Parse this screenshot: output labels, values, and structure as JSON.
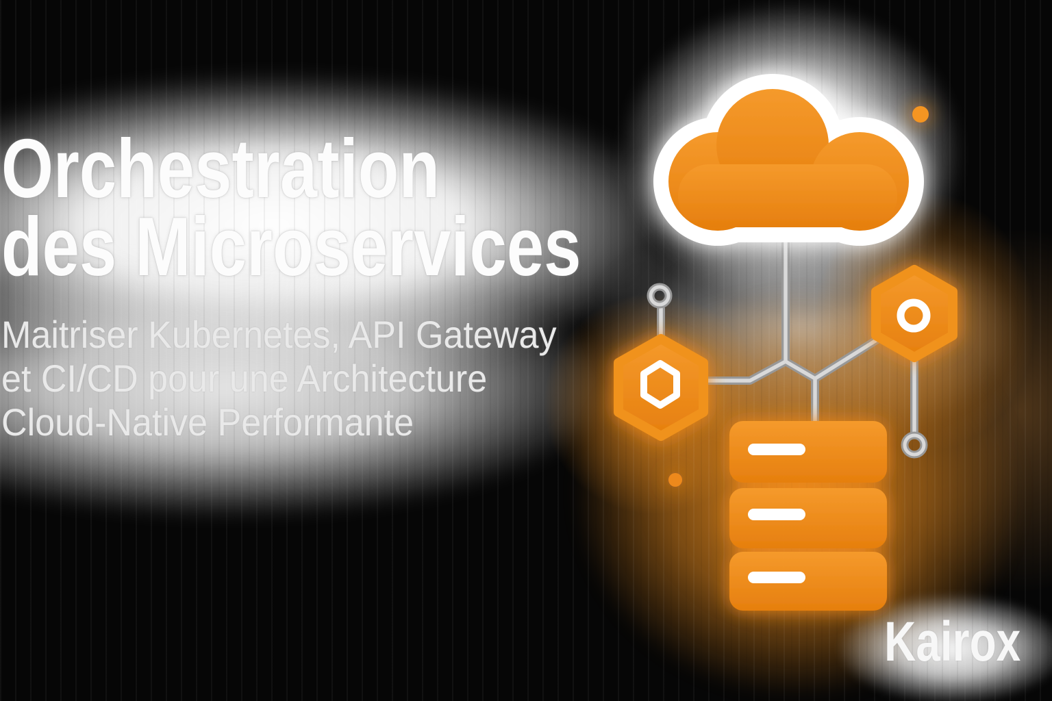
{
  "banner": {
    "title_lines": [
      "Orchestration",
      "des Microservices"
    ],
    "subtitle_lines": [
      "Maitriser Kubernetes, API Gateway",
      "et CI/CD pour une Architecture",
      "Cloud-Native Performante"
    ],
    "brand": "Kairox"
  },
  "illustration": {
    "icons": [
      "cloud-icon",
      "hexagon-service-node-left-icon",
      "hexagon-service-node-right-icon",
      "database-stack-icon",
      "connector-network-lines-icon",
      "node-ring-terminal-icon",
      "decorative-dot"
    ],
    "database_rows": 3,
    "decorative_dot_count": 2
  },
  "colors": {
    "accent_orange": "#F18A16",
    "accent_orange_light": "#F59A2C",
    "accent_orange_dark": "#E67F0E",
    "connector_gray": "#B4B4B4",
    "glow_white": "#FFFFFF",
    "background_black": "#060606",
    "title_white": "#FCFCFC",
    "subtitle_gray": "#E9E9E9"
  }
}
